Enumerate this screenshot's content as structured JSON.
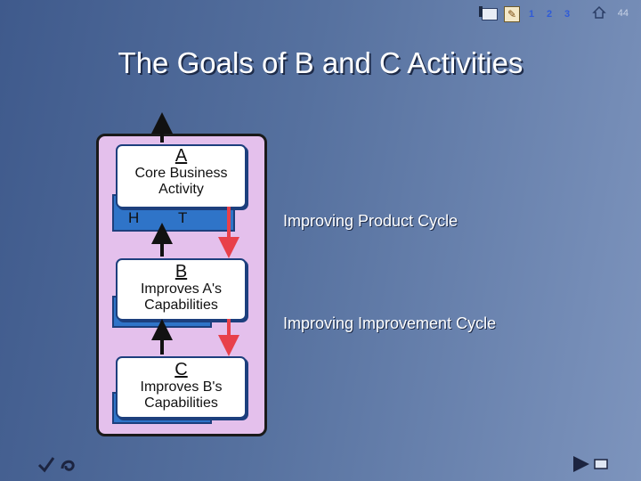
{
  "slide": {
    "title": "The Goals of B and C Activities",
    "page_number": "44"
  },
  "toolbar": {
    "icons": [
      "slides-icon",
      "pencil-icon",
      "home-icon"
    ],
    "numbers": [
      "1",
      "2",
      "3"
    ]
  },
  "diagram": {
    "activities": [
      {
        "letter": "A",
        "desc_line1": "Core Business",
        "desc_line2": "Activity"
      },
      {
        "letter": "B",
        "desc_line1": "Improves A's",
        "desc_line2": "Capabilities"
      },
      {
        "letter": "C",
        "desc_line1": "Improves B's",
        "desc_line2": "Capabilities"
      }
    ],
    "sub_labels": [
      "H",
      "T"
    ],
    "cycles": [
      "Improving Product Cycle",
      "Improving Improvement Cycle"
    ],
    "colors": {
      "box_fill": "#e4c0ec",
      "card_shadow": "#2f74c8",
      "arrow_red": "#e8404a",
      "arrow_black": "#111111"
    }
  }
}
